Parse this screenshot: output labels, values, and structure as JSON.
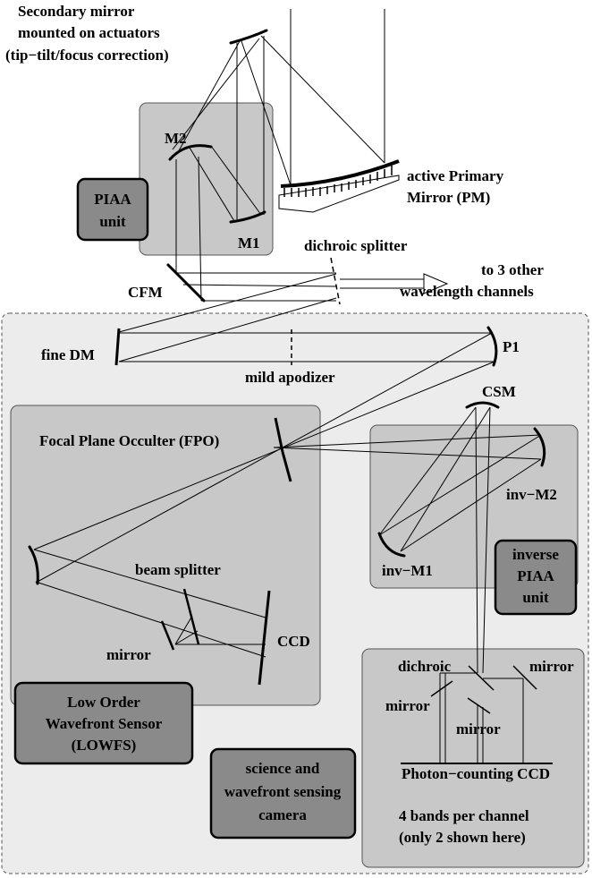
{
  "labels": {
    "secondary_1": "Secondary mirror",
    "secondary_2": "mounted on actuators",
    "secondary_3": "(tip−tilt/focus correction)",
    "m2": "M2",
    "m1": "M1",
    "pm_1": "active Primary",
    "pm_2": "Mirror (PM)",
    "dichroic_splitter": "dichroic splitter",
    "other_1": "to 3 other",
    "other_2": "wavelength channels",
    "cfm": "CFM",
    "fine_dm": "fine DM",
    "mild_apodizer": "mild apodizer",
    "p1": "P1",
    "csm": "CSM",
    "fpo": "Focal Plane Occulter (FPO)",
    "inv_m2": "inv−M2",
    "inv_m1": "inv−M1",
    "beam_splitter": "beam splitter",
    "mirror_lowfs": "mirror",
    "ccd": "CCD",
    "dichroic": "dichroic",
    "mirror_a": "mirror",
    "mirror_b": "mirror",
    "mirror_c": "mirror",
    "photon_ccd": "Photon−counting CCD",
    "bands_1": "4 bands per channel",
    "bands_2": "(only 2 shown here)"
  },
  "boxes": {
    "piaa_1": "PIAA",
    "piaa_2": "unit",
    "inv_piaa_1": "inverse",
    "inv_piaa_2": "PIAA",
    "inv_piaa_3": "unit",
    "lowfs_1": "Low Order",
    "lowfs_2": "Wavefront Sensor",
    "lowfs_3": "(LOWFS)",
    "cam_1": "science and",
    "cam_2": "wavefront sensing",
    "cam_3": "camera"
  }
}
